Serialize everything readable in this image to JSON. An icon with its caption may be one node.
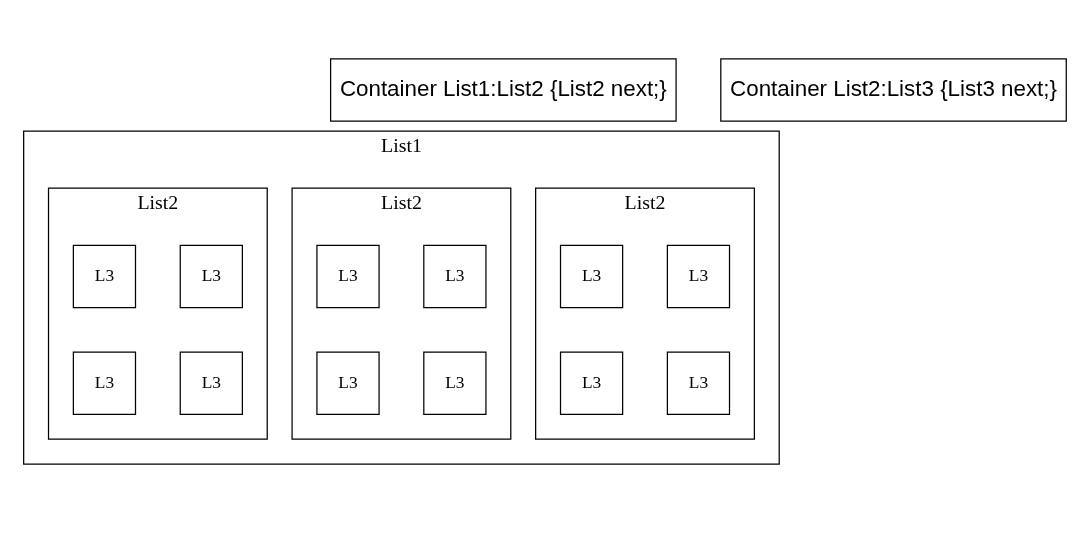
{
  "diagram": {
    "nodes": [
      {
        "text": [
          "Container List1:List2 {List2 next;}"
        ]
      },
      {
        "text": [
          "Container List2:List3 {List3 next;}"
        ]
      },
      {
        "text": [
          "List1"
        ]
      },
      {
        "text": [
          "List2"
        ],
        "in": 2
      },
      {
        "text": [
          "L3"
        ],
        "in": 3
      },
      {
        "text": [
          "L3"
        ],
        "in": 3
      },
      {
        "text": [
          "L3"
        ],
        "in": 3
      },
      {
        "text": [
          "L3"
        ],
        "in": 3
      },
      {
        "text": [
          "List2"
        ],
        "in": 2
      },
      {
        "text": [
          "L3"
        ],
        "in": 8
      },
      {
        "text": [
          "L3"
        ],
        "in": 8
      },
      {
        "text": [
          "L3"
        ],
        "in": 8
      },
      {
        "text": [
          "L3"
        ],
        "in": 8
      },
      {
        "text": [
          "List2"
        ],
        "in": 2
      },
      {
        "text": [
          "L3"
        ],
        "in": 13
      },
      {
        "text": [
          "L3"
        ],
        "in": 13
      },
      {
        "text": [
          "L3"
        ],
        "in": 13
      },
      {
        "text": [
          "L3"
        ],
        "in": 13
      }
    ]
  }
}
